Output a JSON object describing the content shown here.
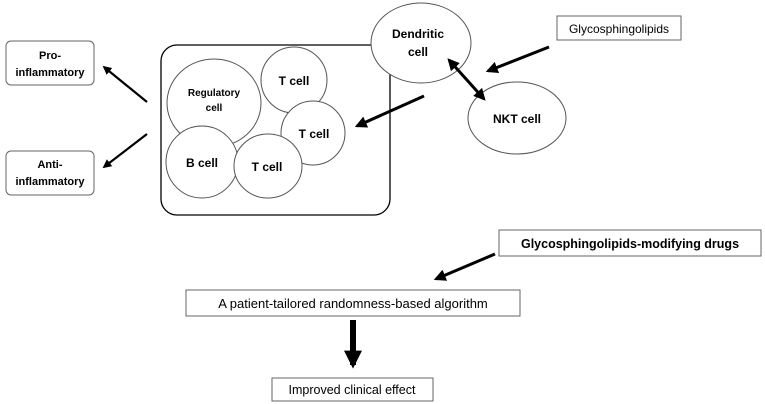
{
  "outcomes": {
    "pro": [
      "Pro-",
      "inflammatory"
    ],
    "anti": [
      "Anti-",
      "inflammatory"
    ]
  },
  "cells": {
    "regulatory": [
      "Regulatory",
      "cell"
    ],
    "t_cell_top": "T cell",
    "t_cell_right": "T cell",
    "b_cell": "B cell",
    "t_cell_bottom": "T cell",
    "dendritic": [
      "Dendritic",
      "cell"
    ],
    "nkt": "NKT cell"
  },
  "labels": {
    "glycosphingolipids": "Glycosphingolipids",
    "modifying_drugs": "Glycosphingolipids-modifying drugs",
    "algorithm": "A patient-tailored randomness-based algorithm",
    "improved_effect": "Improved clinical effect"
  },
  "colors": {
    "stroke": "#000000",
    "cell_stroke": "#555555",
    "box_stroke": "#666666"
  }
}
